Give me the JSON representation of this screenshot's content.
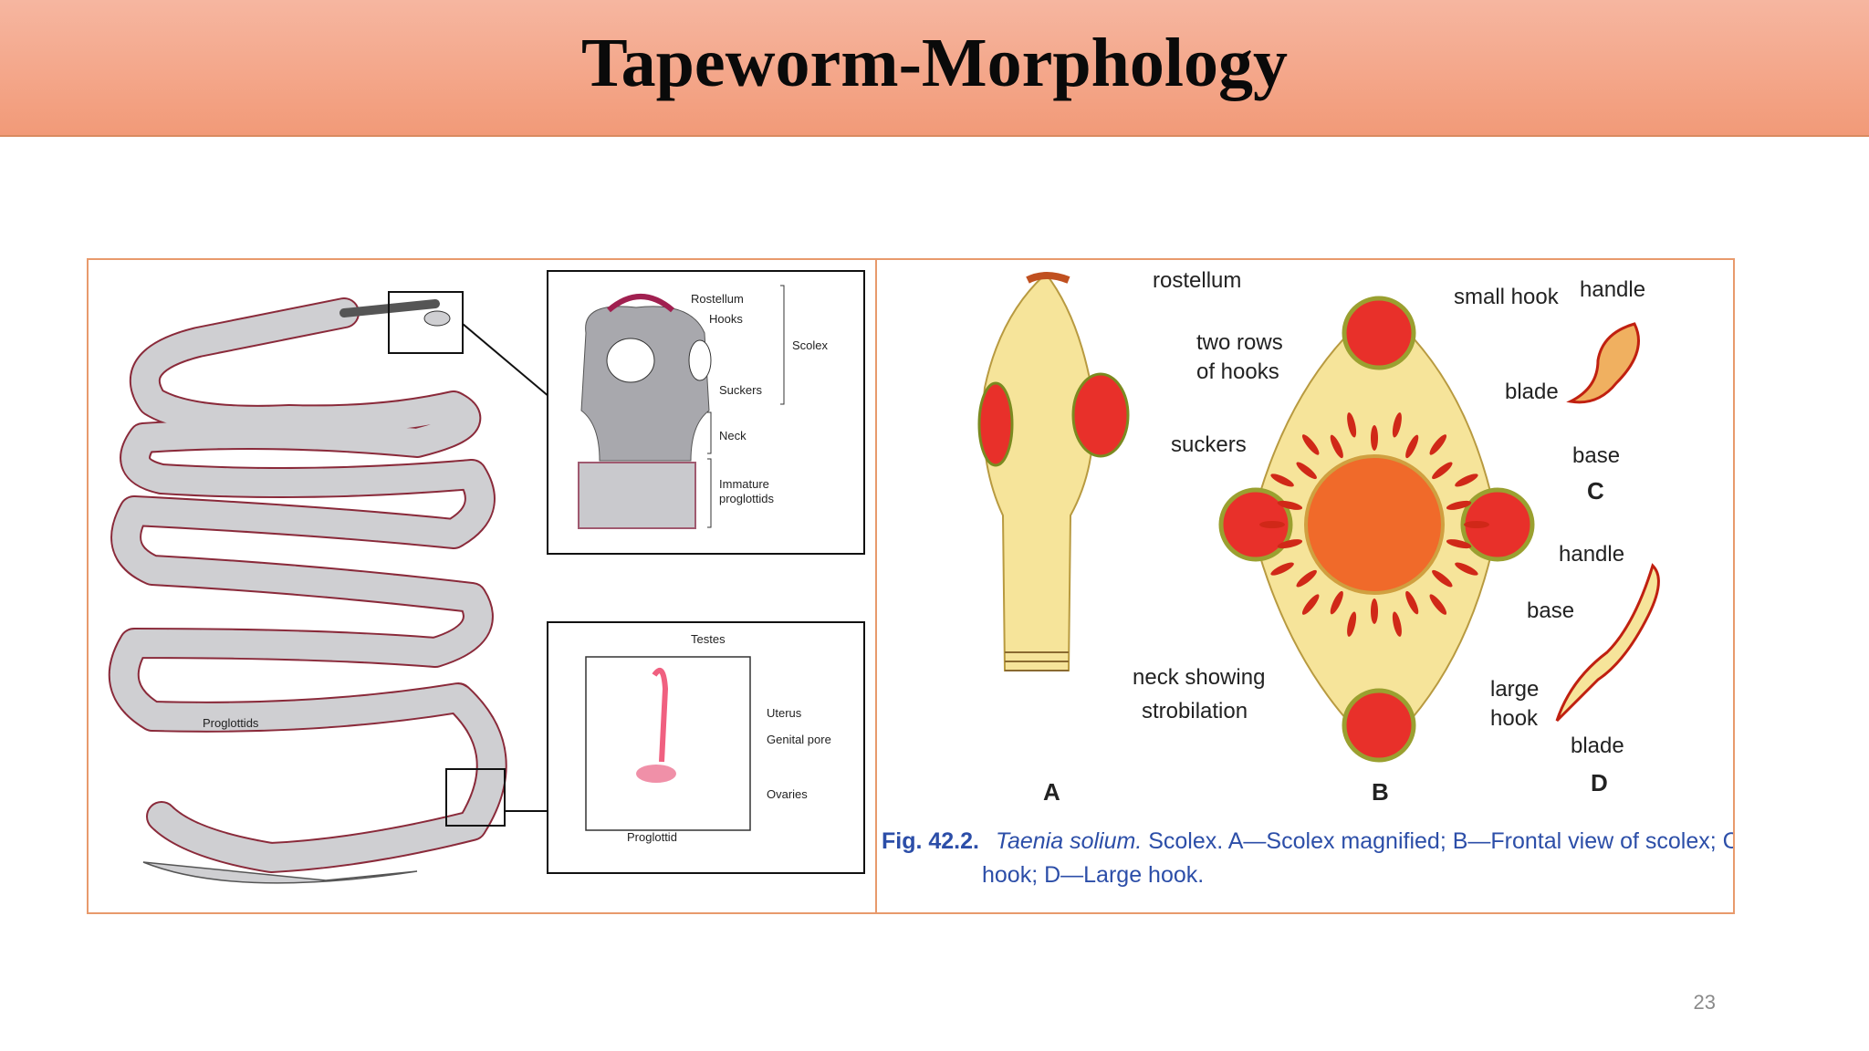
{
  "slide": {
    "title": "Tapeworm-Morphology",
    "page_number": "23"
  },
  "left_figure": {
    "body_label": "Proglottids",
    "scolex_box": {
      "rostellum": "Rostellum",
      "hooks": "Hooks",
      "scolex": "Scolex",
      "suckers": "Suckers",
      "neck": "Neck",
      "immature_line1": "Immature",
      "immature_line2": "proglottids"
    },
    "proglottid_box": {
      "testes": "Testes",
      "uterus": "Uterus",
      "genital_pore": "Genital pore",
      "ovaries": "Ovaries",
      "caption": "Proglottid"
    }
  },
  "right_figure": {
    "a": {
      "rostellum": "rostellum",
      "two_rows_1": "two rows",
      "two_rows_2": "of hooks",
      "suckers": "suckers",
      "neck_1": "neck showing",
      "neck_2": "strobilation",
      "letter": "A"
    },
    "b": {
      "small_hook": "small hook",
      "large_1": "large",
      "large_2": "hook",
      "letter": "B"
    },
    "c": {
      "handle": "handle",
      "blade": "blade",
      "base": "base",
      "letter": "C"
    },
    "d": {
      "handle": "handle",
      "base": "base",
      "blade": "blade",
      "letter": "D"
    },
    "caption": {
      "fig_label": "Fig. 42.2.",
      "species": "Taenia solium.",
      "line1_rest": " Scolex. A—Scolex magnified; B—Frontal view of scolex; C—Small",
      "line2": "hook; D—Large hook."
    }
  },
  "colors": {
    "header_top": "#f6b6a0",
    "header_bottom": "#f29a78",
    "frame_border": "#e89a6c",
    "worm_fill": "#cfcfd2",
    "scolex_yellow": "#f6e49a",
    "sucker_red": "#e8302a",
    "caption_blue": "#2c4ea8"
  }
}
